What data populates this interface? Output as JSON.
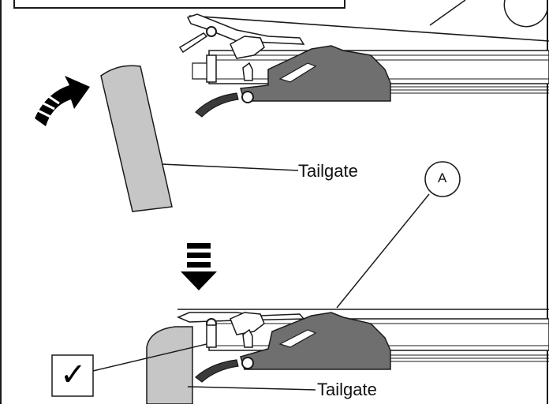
{
  "labels": {
    "tailgate_upper": "Tailgate",
    "tailgate_lower": "Tailgate",
    "callout_a": "A"
  },
  "icons": {
    "rotate_arrow": "curved-arrow-icon",
    "down_arrow": "down-arrow-icon",
    "checkmark": "checkmark-icon"
  },
  "colors": {
    "tailgate_fill": "#c6c6c6",
    "rail_fill": "#6f6f6f",
    "line": "#1a1a1a"
  }
}
